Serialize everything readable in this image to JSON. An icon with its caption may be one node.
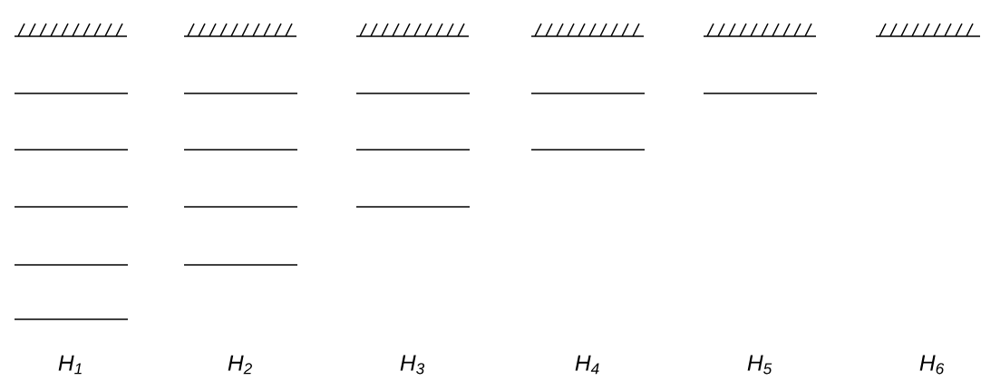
{
  "diagram": {
    "labels": [
      "H$_{1}$",
      "H$_{2}$",
      "H$_{3}$",
      "H$_{4}$",
      "H$_{5}$",
      "H$_{6}$"
    ]
  }
}
